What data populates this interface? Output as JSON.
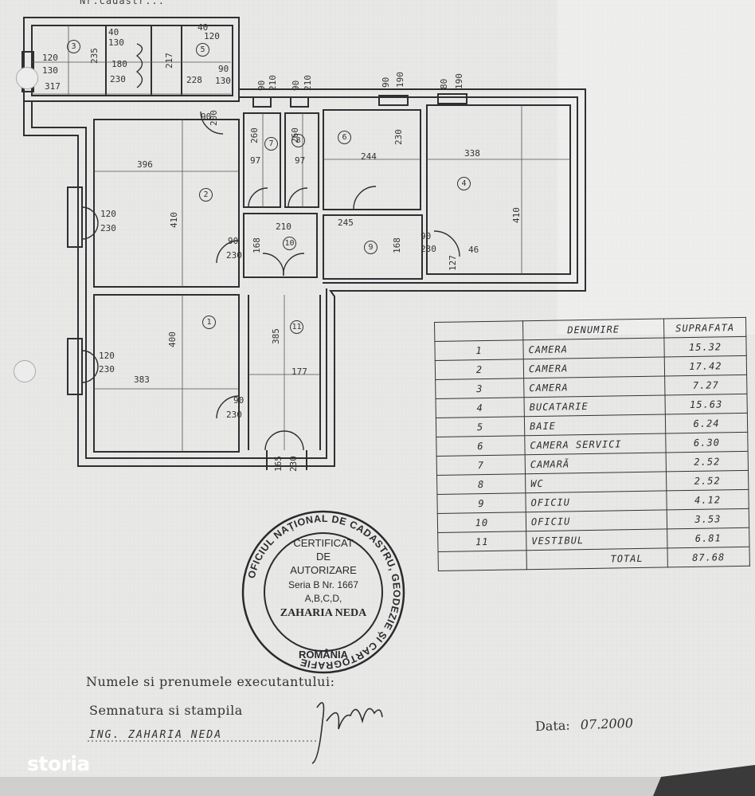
{
  "header": {
    "cadastral_cut": "Nr.cadastr..."
  },
  "plan": {
    "room_numbers": [
      "1",
      "2",
      "3",
      "4",
      "5",
      "6",
      "7",
      "8",
      "9",
      "10",
      "11"
    ],
    "dimensions": {
      "r3_w": "317",
      "r3_h": "235",
      "r3_win": "120",
      "r3_win2": "130",
      "r5_w": "228",
      "r5_h": "217",
      "r5_a": "40",
      "r5_b": "120",
      "r5_c": "90",
      "r5_d": "130",
      "hall_a": "180",
      "hall_b": "230",
      "hall_c": "40",
      "hall_d": "130",
      "r2_w": "396",
      "r2_h": "410",
      "r2_win": "120",
      "r2_win2": "230",
      "r1_w": "383",
      "r1_h": "400",
      "r1_win": "120",
      "r1_win2": "230",
      "r4_w": "338",
      "r4_h": "410",
      "r4_a": "80",
      "r4_b": "190",
      "r6_w": "244",
      "r6_h": "230",
      "r6_a": "90",
      "r6_b": "190",
      "r7_w": "97",
      "r7_h": "260",
      "r7_a": "90",
      "r7_b": "210",
      "r8_w": "97",
      "r8_h": "260",
      "r8_a": "90",
      "r8_b": "210",
      "r9_w": "245",
      "r9_h": "168",
      "r9_a": "90",
      "r9_b": "230",
      "r9_c": "127",
      "r9_d": "46",
      "r10_w": "210",
      "r10_h": "168",
      "r10_a": "90",
      "r10_b": "230",
      "r11_w": "177",
      "r11_h": "385",
      "r11_a": "90",
      "r11_b": "230",
      "entry_a": "165",
      "entry_b": "230",
      "door_a": "90",
      "door_b": "200"
    }
  },
  "table": {
    "header": {
      "name": "DENUMIRE",
      "area": "SUPRAFATA"
    },
    "rows": [
      {
        "nr": "1",
        "name": "CAMERA",
        "area": "15.32"
      },
      {
        "nr": "2",
        "name": "CAMERA",
        "area": "17.42"
      },
      {
        "nr": "3",
        "name": "CAMERA",
        "area": "7.27"
      },
      {
        "nr": "4",
        "name": "BUCATARIE",
        "area": "15.63"
      },
      {
        "nr": "5",
        "name": "BAIE",
        "area": "6.24"
      },
      {
        "nr": "6",
        "name": "CAMERA SERVICI",
        "area": "6.30"
      },
      {
        "nr": "7",
        "name": "CAMARĂ",
        "area": "2.52"
      },
      {
        "nr": "8",
        "name": "WC",
        "area": "2.52"
      },
      {
        "nr": "9",
        "name": "OFICIU",
        "area": "4.12"
      },
      {
        "nr": "10",
        "name": "OFICIU",
        "area": "3.53"
      },
      {
        "nr": "11",
        "name": "VESTIBUL",
        "area": "6.81"
      }
    ],
    "total_label": "TOTAL",
    "total_value": "87.68"
  },
  "stamp": {
    "ring_text": "OFICIUL NAȚIONAL DE CADASTRU, GEODEZIE ȘI CARTOGRAFIE",
    "line1": "CERTIFICAT",
    "line2": "DE",
    "line3": "AUTORIZARE",
    "line4": "Seria B Nr. 1667",
    "line5": "A,B,C,D,",
    "name": "ZAHARIA NEDA",
    "country": "ROMÂNIA"
  },
  "footer": {
    "executant_label": "Numele si prenumele executantului:",
    "signature_label": "Semnatura si stampila",
    "engineer": "ING. ZAHARIA NEDA",
    "date_label": "Data:",
    "date_value": "07.2000"
  },
  "watermark": {
    "brand": "storia"
  },
  "colors": {
    "ink": "#2c2c30",
    "paper": "#e9e9e7",
    "brand_text": "#ffffff"
  }
}
